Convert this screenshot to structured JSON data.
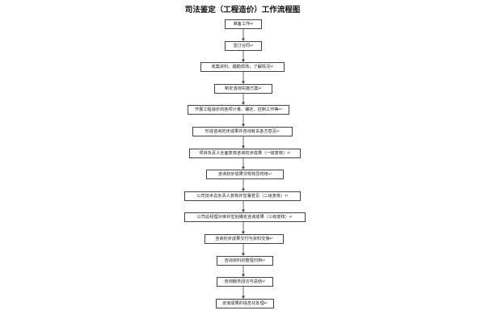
{
  "title": "司法鉴定（工程造价）工作流程图",
  "colors": {
    "line": "#444444",
    "box_border": "#444444",
    "background": "#ffffff"
  },
  "steps": [
    "准备工作↵",
    "签订合同↵",
    "收集资料、踏勘现场，了解情况↵",
    "制定咨询实施方案↵",
    "开展工程造价的各项计量、确定、控制工作等↵",
    "形成咨询初步成果并咨询有关各方意见↵",
    "项目负责人全面复核咨询初步成果（一级复核）↵",
    "咨询初步成果交校核员校核↵",
    "公司技术总负责人复核并签署意见（二级复核）↵",
    "公司总经理对审并签批确定咨询成果（三级复核）↵",
    "咨询初步成果交付与资料交接↵",
    "咨询资料的整理归档↵",
    "咨询服务回访与总结↵",
    "咨询成果的信息化处理↵"
  ]
}
